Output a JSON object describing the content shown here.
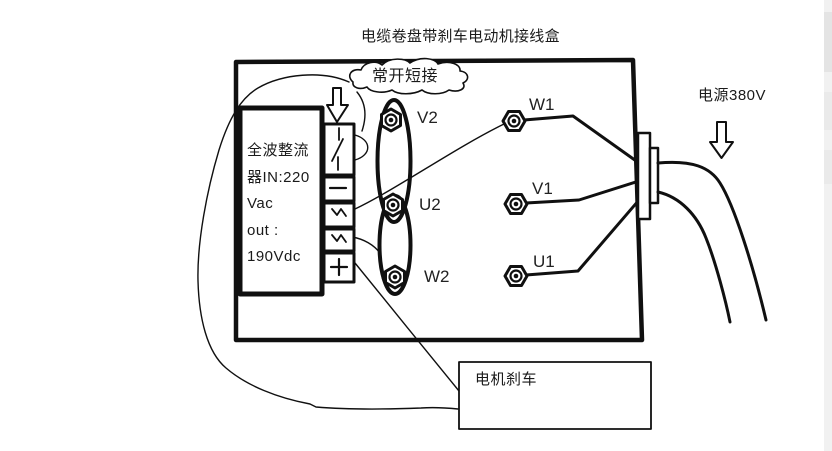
{
  "title": "电缆卷盘带刹车电动机接线盒",
  "callout": {
    "label": "常开短接"
  },
  "power": {
    "label": "电源380V"
  },
  "brake_box": {
    "label": "电机刹车"
  },
  "rectifier": {
    "lines": [
      "全波整流",
      "器IN:220",
      "Vac",
      "out :",
      "190Vdc"
    ]
  },
  "terminals": {
    "winding_left": [
      "V2",
      "U2",
      "W2"
    ],
    "winding_right": [
      "W1",
      "V1",
      "U1"
    ]
  },
  "terminal_strip": {
    "symbols": [
      "switch",
      "minus",
      "ac-wave",
      "ac-wave",
      "plus"
    ]
  },
  "colors": {
    "ink": "#1a1a1a",
    "line": "#101010",
    "background": "#ffffff",
    "edge_strip": "#f1f1f1"
  }
}
